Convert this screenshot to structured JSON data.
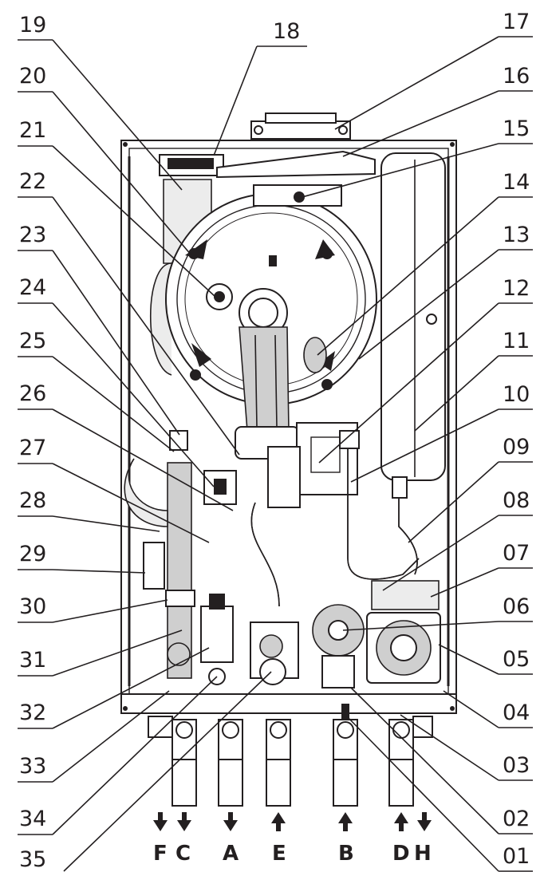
{
  "callouts_left": [
    "19",
    "20",
    "21",
    "22",
    "23",
    "24",
    "25",
    "26",
    "27",
    "28",
    "29",
    "30",
    "31",
    "32",
    "33",
    "34",
    "35"
  ],
  "callouts_right": [
    "17",
    "16",
    "15",
    "14",
    "13",
    "12",
    "11",
    "10",
    "09",
    "08",
    "07",
    "06",
    "05",
    "04",
    "03",
    "02",
    "01"
  ],
  "callout_top": "18",
  "connections": [
    {
      "letter": "F",
      "arrow": "down"
    },
    {
      "letter": "C",
      "arrow": "down"
    },
    {
      "letter": "A",
      "arrow": "down"
    },
    {
      "letter": "E",
      "arrow": "up"
    },
    {
      "letter": "B",
      "arrow": "up"
    },
    {
      "letter": "D",
      "arrow": "up"
    },
    {
      "letter": "H",
      "arrow": "down"
    }
  ]
}
